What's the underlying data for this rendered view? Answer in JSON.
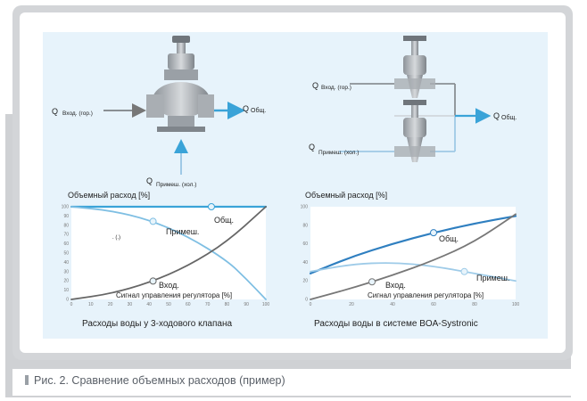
{
  "caption": "Рис. 2. Сравнение объемных расходов (пример)",
  "left_diagram": {
    "inlet_hot": "Вход. (гор.)",
    "outlet": "Общ.",
    "inlet_cold": "Примеш. (хол.)"
  },
  "right_diagram": {
    "inlet_hot": "Вход. (гор.)",
    "outlet": "Общ.",
    "inlet_cold": "Примеш. (хол.)"
  },
  "colors": {
    "panel": "#e7f3fb",
    "accent": "#3aa3d8",
    "dark_line": "#555555",
    "pipe": "#9fc9e6"
  },
  "chart_data": [
    {
      "type": "line",
      "title": "Расходы воды у 3-ходового клапана",
      "ylabel": "Объемный расход [%]",
      "xlabel": "Сигнал управления регулятора [%]",
      "annotation": ". (.)",
      "xlim": [
        0,
        100
      ],
      "ylim": [
        0,
        100
      ],
      "xticks": [
        "0",
        "10",
        "20",
        "30",
        "40",
        "50",
        "60",
        "70",
        "80",
        "90",
        "100"
      ],
      "yticks": [
        "100",
        "90",
        "80",
        "70",
        "60",
        "50",
        "40",
        "30",
        "20",
        "10",
        "0"
      ],
      "series": [
        {
          "name": "Общ.",
          "color": "#3aa3d8",
          "x": [
            0,
            20,
            40,
            60,
            80,
            100
          ],
          "y": [
            100,
            100,
            100,
            100,
            100,
            100
          ]
        },
        {
          "name": "Примеш.",
          "color": "#7fbfe3",
          "x": [
            0,
            20,
            40,
            60,
            80,
            90,
            100
          ],
          "y": [
            100,
            96,
            86,
            68,
            42,
            22,
            0
          ]
        },
        {
          "name": "Вход.",
          "color": "#666666",
          "x": [
            0,
            20,
            40,
            60,
            80,
            100
          ],
          "y": [
            0,
            6,
            18,
            36,
            62,
            100
          ]
        }
      ]
    },
    {
      "type": "line",
      "title": "Расходы воды в системе BOA-Systronic",
      "ylabel": "Объемный расход [%]",
      "xlabel": "Сигнал управления регулятора [%]",
      "xlim": [
        0,
        100
      ],
      "ylim": [
        0,
        100
      ],
      "xticks": [
        "0",
        "20",
        "40",
        "60",
        "80",
        "100"
      ],
      "yticks": [
        "100",
        "80",
        "60",
        "40",
        "20",
        "0"
      ],
      "series": [
        {
          "name": "Общ.",
          "color": "#2f7fc0",
          "x": [
            0,
            20,
            40,
            60,
            80,
            100
          ],
          "y": [
            28,
            46,
            60,
            72,
            82,
            90
          ]
        },
        {
          "name": "Примеш.",
          "color": "#9ecbe8",
          "x": [
            0,
            20,
            40,
            60,
            80,
            100
          ],
          "y": [
            30,
            38,
            40,
            36,
            28,
            20
          ]
        },
        {
          "name": "Вход.",
          "color": "#777777",
          "x": [
            0,
            20,
            40,
            60,
            80,
            100
          ],
          "y": [
            0,
            12,
            26,
            42,
            62,
            92
          ]
        }
      ]
    }
  ]
}
